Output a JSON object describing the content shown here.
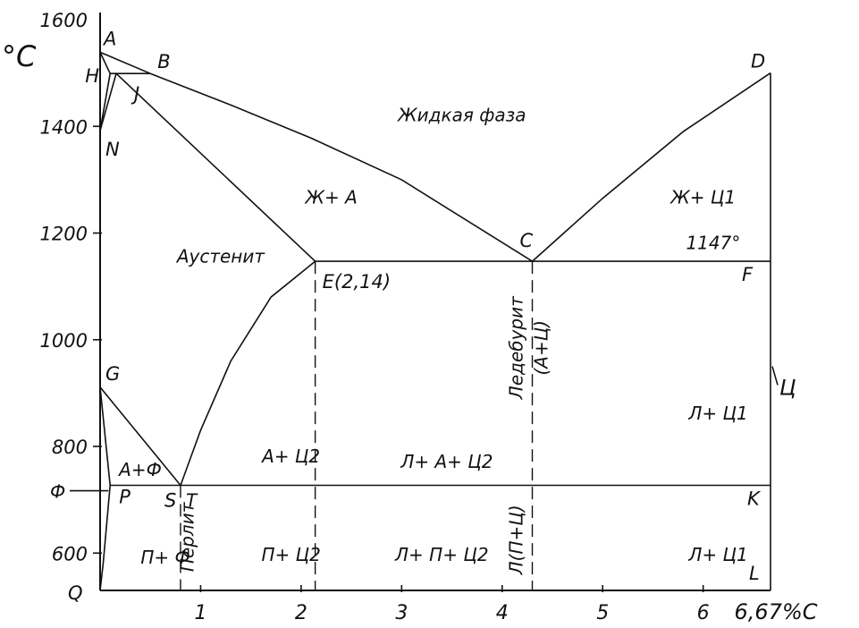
{
  "chart_data": {
    "type": "phase-diagram",
    "title": "",
    "xlabel": "%C",
    "ylabel": "°C",
    "xlim": [
      0,
      6.67
    ],
    "ylim": [
      530,
      1600
    ],
    "x_ticks": [
      {
        "value": 1,
        "label": "1"
      },
      {
        "value": 2,
        "label": "2"
      },
      {
        "value": 3,
        "label": "3"
      },
      {
        "value": 4,
        "label": "4"
      },
      {
        "value": 5,
        "label": "5"
      },
      {
        "value": 6,
        "label": "6"
      }
    ],
    "x_end_label": "6,67%C",
    "y_ticks": [
      {
        "value": 1600,
        "label": "1600"
      },
      {
        "value": 1400,
        "label": "1400"
      },
      {
        "value": 1200,
        "label": "1200"
      },
      {
        "value": 1000,
        "label": "1000"
      },
      {
        "value": 800,
        "label": "800"
      },
      {
        "value": 600,
        "label": "600"
      }
    ],
    "y_unit_label": "°C",
    "points": [
      {
        "id": "A",
        "label": "A",
        "x": 0,
        "y": 1539
      },
      {
        "id": "B",
        "label": "B",
        "x": 0.5,
        "y": 1499
      },
      {
        "id": "H",
        "label": "H",
        "x": 0.1,
        "y": 1499
      },
      {
        "id": "J",
        "label": "J",
        "x": 0.16,
        "y": 1499
      },
      {
        "id": "N",
        "label": "N",
        "x": 0,
        "y": 1392
      },
      {
        "id": "D",
        "label": "D",
        "x": 6.67,
        "y": 1500
      },
      {
        "id": "C",
        "label": "C",
        "x": 4.3,
        "y": 1147
      },
      {
        "id": "E",
        "label": "E(2,14)",
        "x": 2.14,
        "y": 1147
      },
      {
        "id": "F",
        "label": "F",
        "x": 6.67,
        "y": 1147
      },
      {
        "id": "G",
        "label": "G",
        "x": 0,
        "y": 911
      },
      {
        "id": "P",
        "label": "P",
        "x": 0.1,
        "y": 727
      },
      {
        "id": "S",
        "label": "S",
        "x": 0.8,
        "y": 727
      },
      {
        "id": "K",
        "label": "K",
        "x": 6.67,
        "y": 727
      },
      {
        "id": "Q",
        "label": "Q",
        "x": 0,
        "y": 530
      },
      {
        "id": "L",
        "label": "L",
        "x": 6.67,
        "y": 530
      }
    ],
    "lines": [
      {
        "name": "AB",
        "points": [
          [
            0,
            1539
          ],
          [
            0.5,
            1499
          ]
        ]
      },
      {
        "name": "AH",
        "points": [
          [
            0,
            1539
          ],
          [
            0.1,
            1499
          ]
        ]
      },
      {
        "name": "HJB",
        "points": [
          [
            0.1,
            1499
          ],
          [
            0.5,
            1499
          ]
        ]
      },
      {
        "name": "HN",
        "points": [
          [
            0.1,
            1499
          ],
          [
            0,
            1392
          ]
        ]
      },
      {
        "name": "JN",
        "points": [
          [
            0.16,
            1499
          ],
          [
            0,
            1392
          ]
        ]
      },
      {
        "name": "BC",
        "points": [
          [
            0.5,
            1499
          ],
          [
            1.3,
            1440
          ],
          [
            2.1,
            1378
          ],
          [
            3.0,
            1300
          ],
          [
            4.3,
            1147
          ]
        ]
      },
      {
        "name": "CD",
        "points": [
          [
            4.3,
            1147
          ],
          [
            5.0,
            1265
          ],
          [
            5.8,
            1390
          ],
          [
            6.67,
            1500
          ]
        ]
      },
      {
        "name": "JE",
        "points": [
          [
            0.16,
            1499
          ],
          [
            2.14,
            1147
          ]
        ]
      },
      {
        "name": "ECF",
        "points": [
          [
            2.14,
            1147
          ],
          [
            6.67,
            1147
          ]
        ]
      },
      {
        "name": "GS",
        "points": [
          [
            0,
            911
          ],
          [
            0.8,
            727
          ]
        ]
      },
      {
        "name": "ES",
        "points": [
          [
            2.14,
            1147
          ],
          [
            1.7,
            1080
          ],
          [
            1.3,
            960
          ],
          [
            1.0,
            830
          ],
          [
            0.8,
            727
          ]
        ]
      },
      {
        "name": "GP",
        "points": [
          [
            0,
            911
          ],
          [
            0.1,
            727
          ]
        ]
      },
      {
        "name": "PQ",
        "points": [
          [
            0.1,
            727
          ],
          [
            0.03,
            580
          ],
          [
            0,
            530
          ]
        ]
      },
      {
        "name": "PSK",
        "points": [
          [
            0.1,
            727
          ],
          [
            6.67,
            727
          ]
        ]
      },
      {
        "name": "cementite",
        "points": [
          [
            6.67,
            1500
          ],
          [
            6.67,
            530
          ]
        ]
      }
    ],
    "dashed_lines": [
      {
        "name": "E-vertical",
        "x": 2.14,
        "y_from": 1147,
        "y_to": 530
      },
      {
        "name": "C-vertical",
        "x": 4.3,
        "y_from": 1147,
        "y_to": 530
      },
      {
        "name": "S-vertical",
        "x": 0.8,
        "y_from": 727,
        "y_to": 530
      }
    ],
    "temperature_label": {
      "text": "1147°",
      "x": 6.1,
      "y": 1170
    },
    "regions": [
      {
        "label": "Жидкая фаза",
        "x": 3.6,
        "y": 1410
      },
      {
        "label": "Ж+ А",
        "x": 2.3,
        "y": 1255
      },
      {
        "label": "Ж+ Ц1",
        "x": 6.0,
        "y": 1255
      },
      {
        "label": "Аустенит",
        "x": 1.2,
        "y": 1145
      },
      {
        "label": "А+ Ц2",
        "x": 1.9,
        "y": 770
      },
      {
        "label": "Л+ А+ Ц2",
        "x": 3.45,
        "y": 760
      },
      {
        "label": "Л+ Ц1",
        "x": 6.15,
        "y": 850
      },
      {
        "label": "А+Ф",
        "x": 0.4,
        "y": 745
      },
      {
        "label": "П+ Ф",
        "x": 0.65,
        "y": 580
      },
      {
        "label": "П+ Ц2",
        "x": 1.9,
        "y": 585
      },
      {
        "label": "Л+ П+ Ц2",
        "x": 3.4,
        "y": 585
      },
      {
        "label": "Л+ Ц1",
        "x": 6.15,
        "y": 585
      }
    ],
    "vertical_labels": [
      {
        "label": "Перлит",
        "x": 0.93,
        "y": 630
      },
      {
        "label": "Ледебурит",
        "x": 4.2,
        "y": 985
      },
      {
        "label": "(А+Ц)",
        "x": 4.45,
        "y": 985
      },
      {
        "label": "Л(П+Ц)",
        "x": 4.2,
        "y": 625
      }
    ],
    "side_labels": {
      "ferrite": "Ф",
      "cementite": "Ц",
      "pearlite_point": "Т"
    }
  }
}
